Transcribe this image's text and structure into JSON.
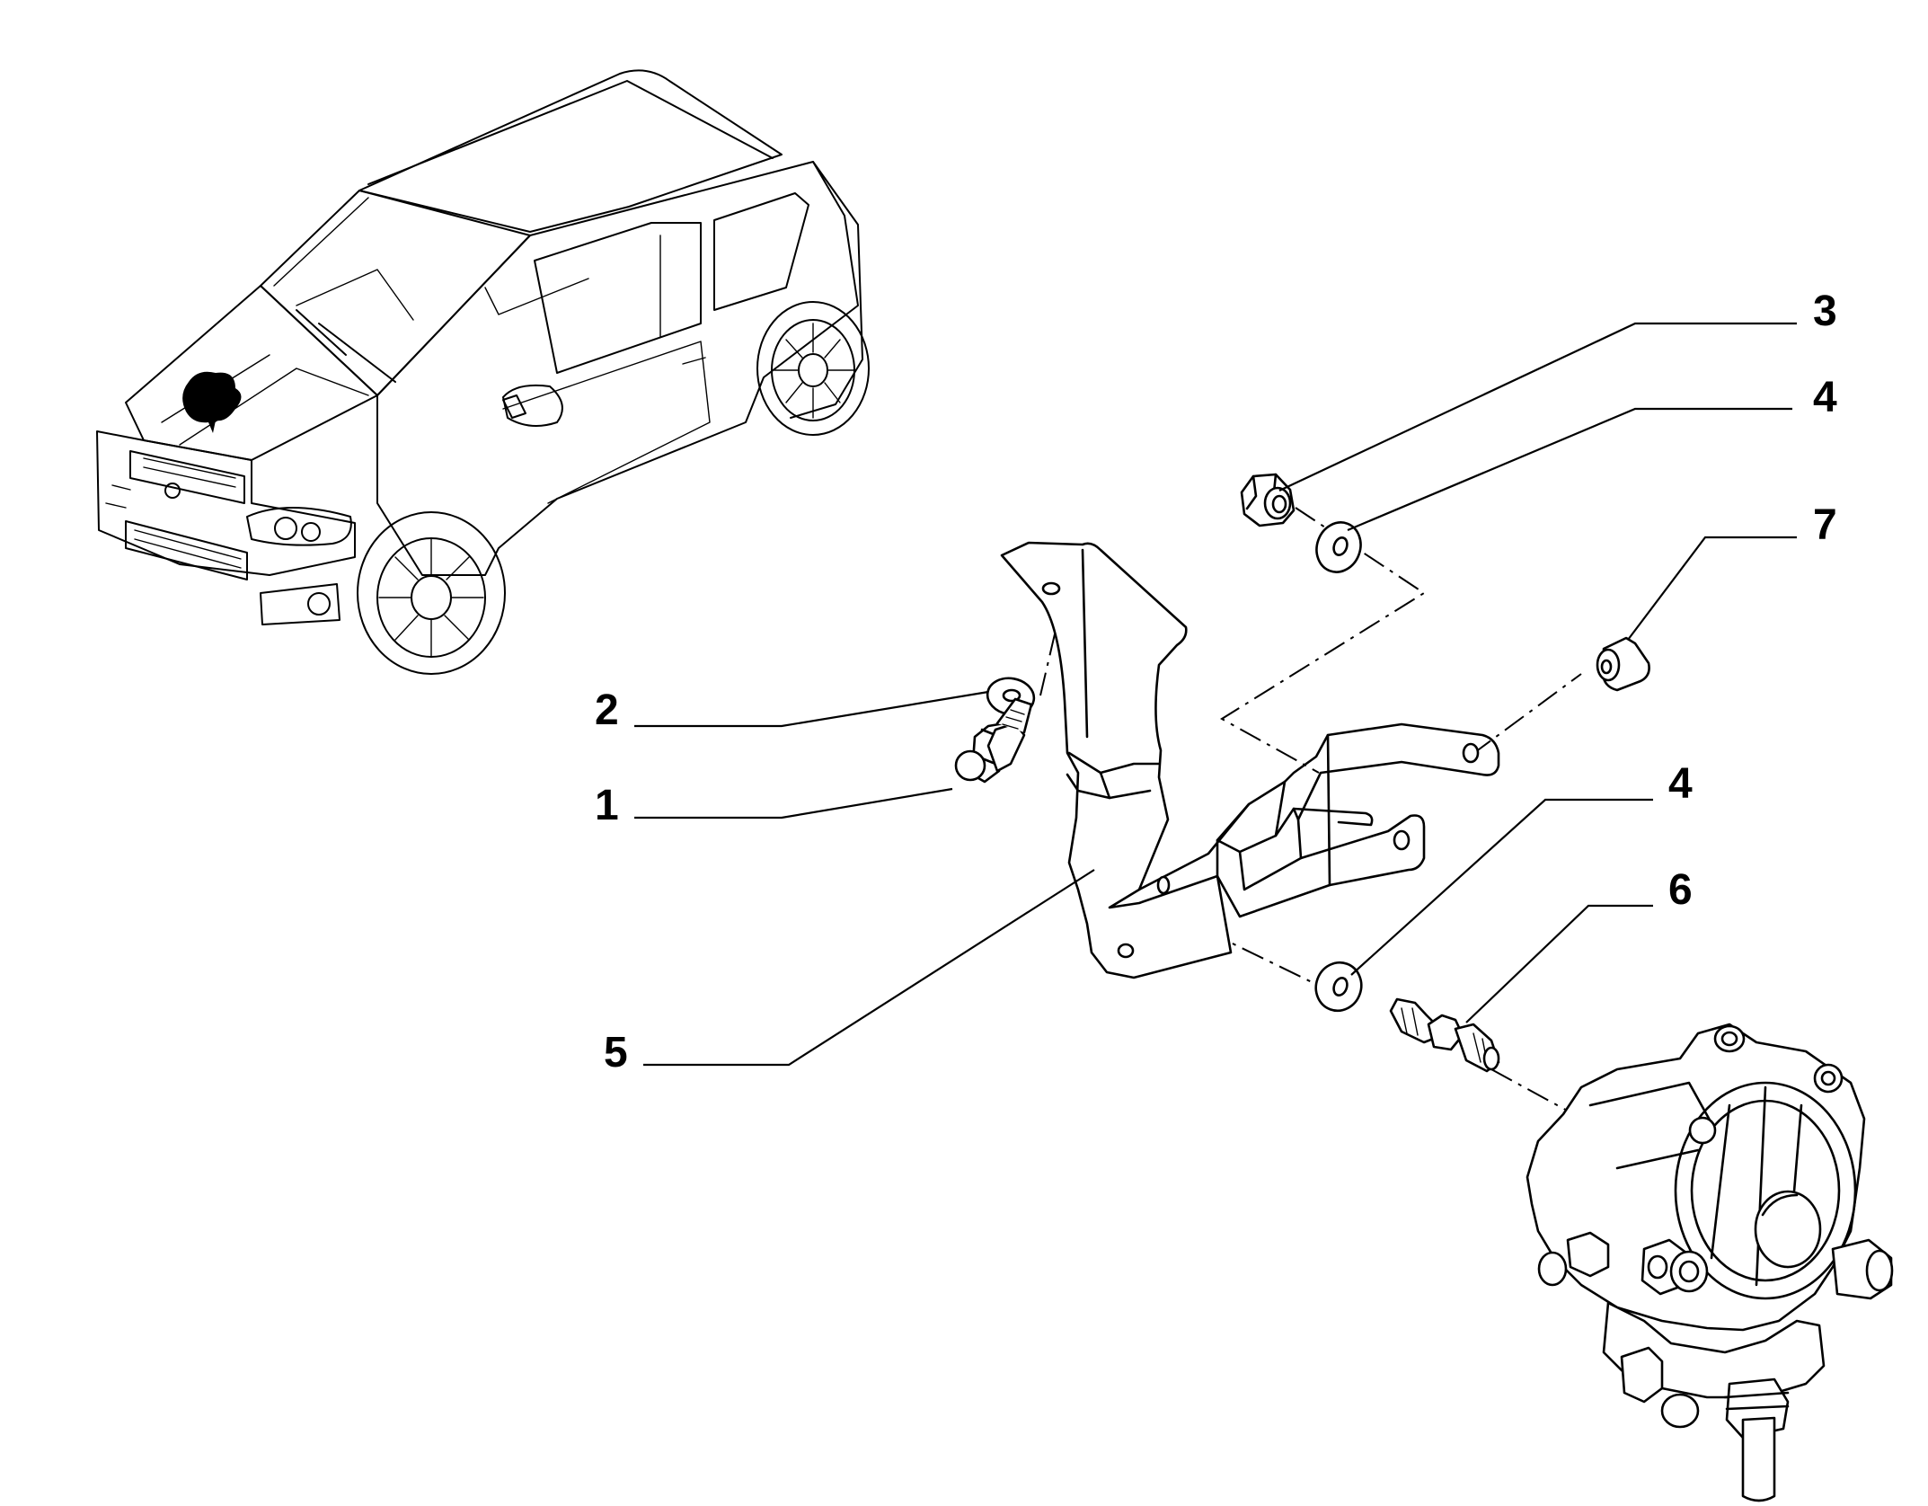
{
  "callouts": [
    {
      "id": "c3",
      "label": "3"
    },
    {
      "id": "c4a",
      "label": "4"
    },
    {
      "id": "c7",
      "label": "7"
    },
    {
      "id": "c2",
      "label": "2"
    },
    {
      "id": "c1",
      "label": "1"
    },
    {
      "id": "c4b",
      "label": "4"
    },
    {
      "id": "c6",
      "label": "6"
    },
    {
      "id": "c5",
      "label": "5"
    }
  ],
  "parts": [
    {
      "ref": "1",
      "icon": "hex-bolt-icon"
    },
    {
      "ref": "2",
      "icon": "washer-icon"
    },
    {
      "ref": "3",
      "icon": "flange-nut-icon"
    },
    {
      "ref": "4",
      "icon": "washer-icon"
    },
    {
      "ref": "5",
      "icon": "bracket-icon"
    },
    {
      "ref": "6",
      "icon": "stud-icon"
    },
    {
      "ref": "7",
      "icon": "spacer-icon"
    }
  ],
  "reference_vehicle": {
    "icon": "car-icon"
  },
  "assembly": {
    "icon": "vacuum-pump-icon"
  }
}
